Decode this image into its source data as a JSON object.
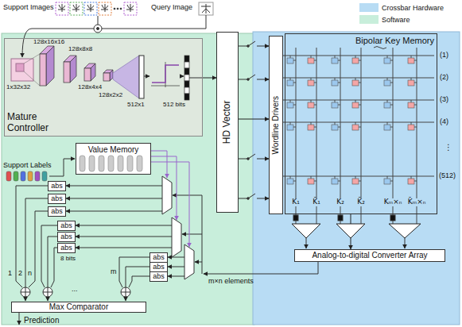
{
  "diagram": {
    "nodes": [
      {
        "text": [
          "Mature Controller"
        ]
      },
      {
        "text": [
          "HD Vector"
        ]
      },
      {
        "text": [
          "Value Memory"
        ]
      },
      {
        "text": [
          "abs"
        ]
      },
      {
        "text": [
          "abs"
        ]
      },
      {
        "text": [
          "abs"
        ]
      },
      {
        "text": [
          "abs"
        ]
      },
      {
        "text": [
          "abs"
        ]
      },
      {
        "text": [
          "abs"
        ]
      },
      {
        "text": [
          "abs"
        ]
      },
      {
        "text": [
          "abs"
        ]
      },
      {
        "text": [
          "abs"
        ]
      },
      {
        "text": [
          "Max Comparator"
        ]
      },
      {
        "text": [
          "Wordline Drivers"
        ]
      },
      {
        "text": [
          "Bipolar Key Memory"
        ]
      },
      {
        "text": [
          "Analog-to-digital Converter Array"
        ]
      }
    ],
    "edges": [
      {
        "from": 0,
        "to": 1,
        "arrow": "to"
      },
      {
        "from": 1,
        "to": 13,
        "arrow": "to"
      },
      {
        "from": 14,
        "to": 15,
        "arrow": "to"
      }
    ],
    "labels": [
      "Support Images",
      "Query Image",
      "1x32x32",
      "128x16x16",
      "128x8x8",
      "128x4x4",
      "128x2x2",
      "512x1",
      "512 bits",
      "Support Labels",
      "8 bits",
      "1",
      "2",
      "n",
      "...",
      "m",
      "Prediction",
      "m×n elements",
      "(1)",
      "(2)",
      "(3)",
      "(4)",
      "⋮",
      "(512)",
      "K₁",
      "K̄₁",
      "K₂",
      "K̄₂",
      "Kₘ×ₙ",
      "K̄ₘ×ₙ"
    ],
    "legend": [
      {
        "text": "Crossbar Hardware",
        "color": "#b8dcf4"
      },
      {
        "text": "Software",
        "color": "#c8eedb"
      }
    ]
  }
}
